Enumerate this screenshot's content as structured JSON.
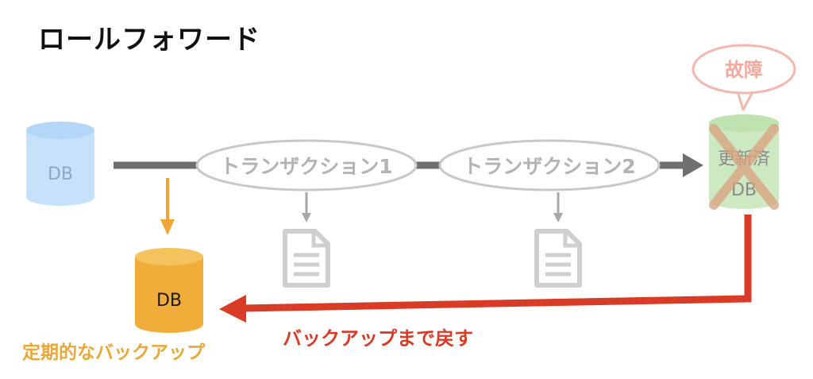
{
  "title": "ロールフォワード",
  "source_db": {
    "label": "DB",
    "color": "#c6e2fb",
    "text_color": "#8aa8c6"
  },
  "backup_db": {
    "label": "DB",
    "color": "#f0ad3a",
    "text_color": "#1a1a1a"
  },
  "updated_db": {
    "line1": "更新済",
    "line2": "DB",
    "color": "#cde9c1",
    "text_color": "#8a8a8a"
  },
  "failure_bubble": {
    "label": "故障",
    "color": "#f3b7ad"
  },
  "transactions": [
    {
      "label": "トランザクション1"
    },
    {
      "label": "トランザクション2"
    }
  ],
  "captions": {
    "periodic_backup": "定期的なバックアップ",
    "restore_to_backup": "バックアップまで戻す"
  },
  "colors": {
    "flow_line": "#6f6f6f",
    "ellipse_stroke": "#c8c8c8",
    "ellipse_text": "#b3b3b3",
    "log_icon": "#cfcfcf",
    "backup_arrow": "#efa536",
    "restore_arrow": "#d83b26",
    "cross": "#e0a98c"
  }
}
